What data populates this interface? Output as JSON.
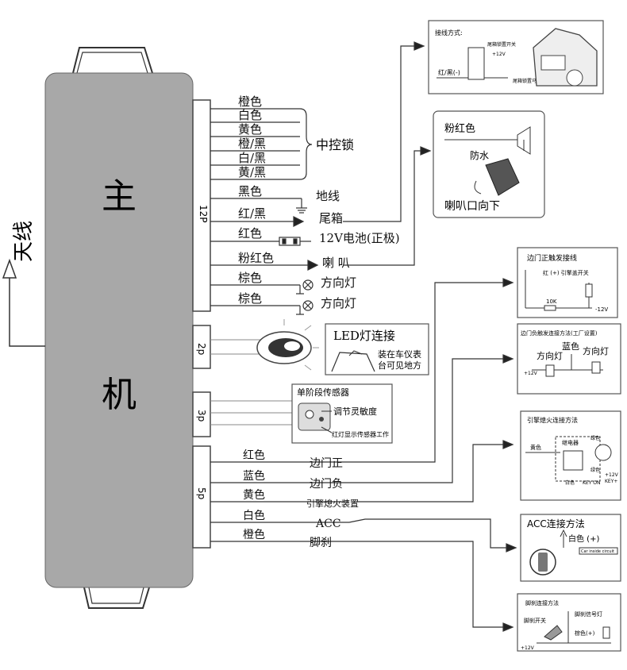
{
  "unit": {
    "main_chars": [
      "主",
      "机"
    ],
    "antenna_label": "天线"
  },
  "connectors": {
    "c12": "12P",
    "c2": "2p",
    "c3": "3p",
    "c5": "5p"
  },
  "wires_12p": [
    {
      "color": "橙色"
    },
    {
      "color": "白色"
    },
    {
      "color": "黄色"
    },
    {
      "color": "橙/黑"
    },
    {
      "color": "白/黑"
    },
    {
      "color": "黄/黑"
    },
    {
      "color": "黑色",
      "dest": "地线"
    },
    {
      "color": "红/黑",
      "dest": "尾箱"
    },
    {
      "color": "红色",
      "dest": "12V电池(正极)"
    },
    {
      "color": "粉红色",
      "dest": "喇  叭"
    },
    {
      "color": "棕色",
      "dest": "方向灯"
    },
    {
      "color": "棕色",
      "dest": "方向灯"
    }
  ],
  "central_lock_label": "中控锁",
  "led": {
    "title": "LED灯连接",
    "note1": "装在车仪表",
    "note2": "台可见地方"
  },
  "sensor": {
    "title": "单阶段传感器",
    "adjust": "调节灵敏度",
    "note": "红灯显示传感器工作"
  },
  "wires_5p": [
    {
      "color": "红色",
      "dest": "边门正"
    },
    {
      "color": "蓝色",
      "dest": "边门负"
    },
    {
      "color": "黄色",
      "dest": "引擎熄火装置"
    },
    {
      "color": "白色",
      "dest": "ACC"
    },
    {
      "color": "橙色",
      "dest": "脚刹"
    }
  ],
  "panels": {
    "trunk": {
      "title": "接线方式:",
      "wire": "红/黑(-)",
      "n1": "尾箱锁置开关",
      "n2": "+12V",
      "n3": "尾箱锁置马达"
    },
    "horn": {
      "label1": "粉红色",
      "label2": "防水",
      "label3": "喇叭口向下"
    },
    "door_pos": {
      "title": "边门正触发接线",
      "note": "红 (+) 引擎盖开关",
      "r": "10K",
      "v": "-12V"
    },
    "door_neg": {
      "title": "边门负触发连接方法(工厂设置)",
      "blue": "蓝色",
      "lamp1": "方向灯",
      "lamp2": "方向灯",
      "v": "+12V"
    },
    "engine": {
      "title": "引擎熄火连接方法",
      "yellow": "黄色",
      "relay": "继电器",
      "green1": "绿色",
      "green2": "绿色",
      "white": "白色",
      "keyon": "KEY ON",
      "v": "+12V",
      "key": "KEY+"
    },
    "acc": {
      "title": "ACC连接方法",
      "white": "白色 (+)",
      "circuit": "Car inside circuit"
    },
    "brake": {
      "title": "脚刹连接方法",
      "signal": "脚刹信号灯",
      "switch": "脚刹开关",
      "brown": "棕色(+)",
      "v": "+12V"
    }
  }
}
